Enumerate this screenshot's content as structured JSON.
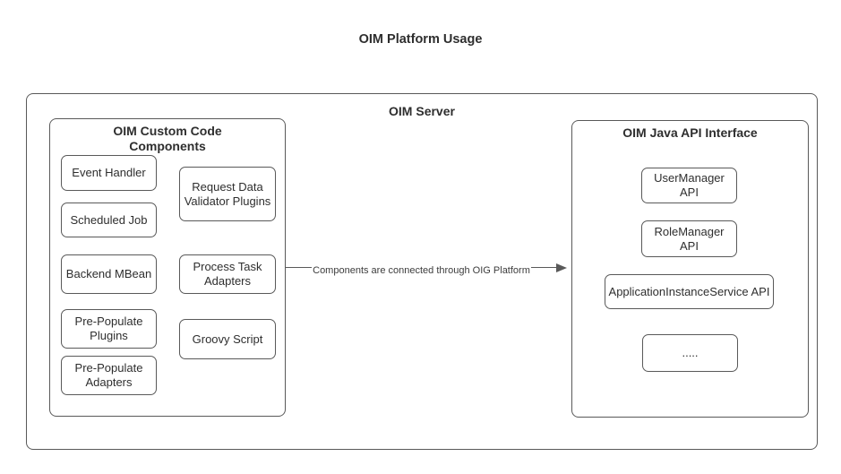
{
  "title": "OIM Platform Usage",
  "colors": {
    "border": "#595959",
    "text": "#2e2e2e",
    "background": "#ffffff"
  },
  "server": {
    "label": "OIM Server",
    "custom_code": {
      "label": "OIM Custom Code Components",
      "col1": [
        "Event Handler",
        "Scheduled Job",
        "Backend MBean",
        "Pre-Populate Plugins",
        "Pre-Populate Adapters"
      ],
      "col2": [
        "Request Data Validator Plugins",
        "Process Task Adapters",
        "Groovy Script"
      ]
    },
    "arrow": {
      "label": "Components are connected through OIG Platform"
    },
    "api_interface": {
      "label": "OIM Java API Interface",
      "items": [
        "UserManager API",
        "RoleManager API",
        "ApplicationInstanceService API",
        "....."
      ]
    }
  }
}
